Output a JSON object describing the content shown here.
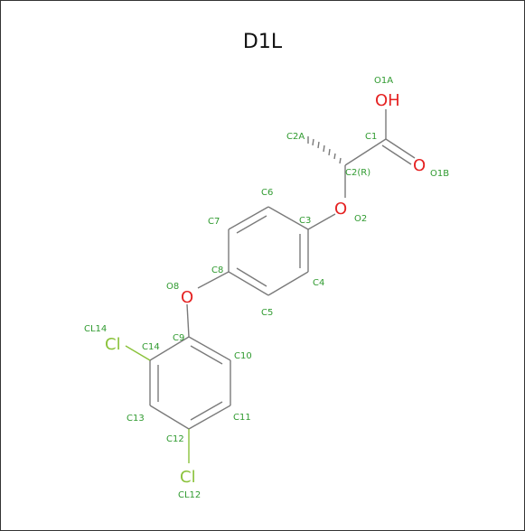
{
  "title": "D1L",
  "colors": {
    "carbon_label": "#2f9a2f",
    "oxygen": "#e52222",
    "chlorine": "#8ac23a",
    "bond": "#7a7a7a"
  },
  "symbols": {
    "oh": "OH",
    "o_double": "O",
    "o2": "O",
    "o8": "O",
    "cl14": "Cl",
    "cl12": "Cl"
  },
  "atom_labels": {
    "o1a": "O1A",
    "c1": "C1",
    "c2a": "C2A",
    "c2": "C2(R)",
    "o1b": "O1B",
    "o2": "O2",
    "c6": "C6",
    "c3": "C3",
    "c7": "C7",
    "c8": "C8",
    "c4": "C4",
    "o8": "O8",
    "c5": "C5",
    "cl14": "CL14",
    "c9": "C9",
    "c14": "C14",
    "c10": "C10",
    "c13": "C13",
    "c11": "C11",
    "c12": "C12",
    "cl12": "CL12"
  }
}
